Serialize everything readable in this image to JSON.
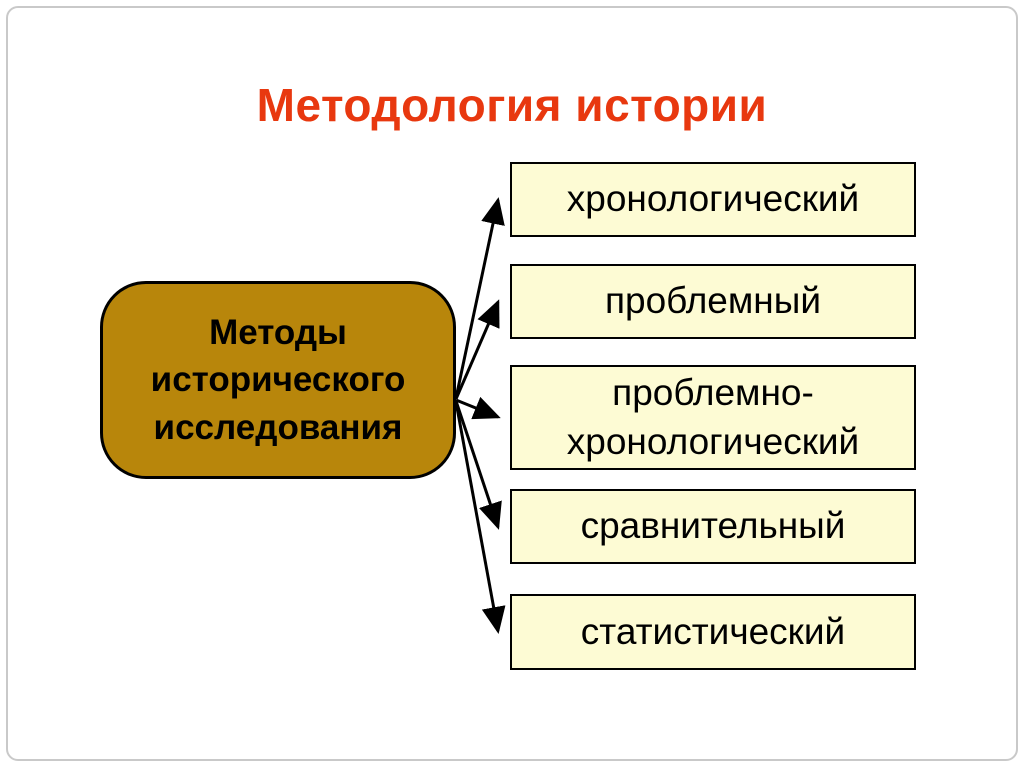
{
  "title": "Методология истории",
  "source_box": {
    "lines": [
      "Методы",
      "исторического",
      "исследования"
    ]
  },
  "methods": [
    {
      "label": "хронологический"
    },
    {
      "label": "проблемный"
    },
    {
      "label": [
        "проблемно-",
        "хронологический"
      ]
    },
    {
      "label": "сравнительный"
    },
    {
      "label": "статистический"
    }
  ],
  "colors": {
    "title_color": "#e8380f",
    "source_fill": "#b8860b",
    "method_fill": "#fdfbd4",
    "border": "#000000",
    "arrow": "#000000"
  }
}
